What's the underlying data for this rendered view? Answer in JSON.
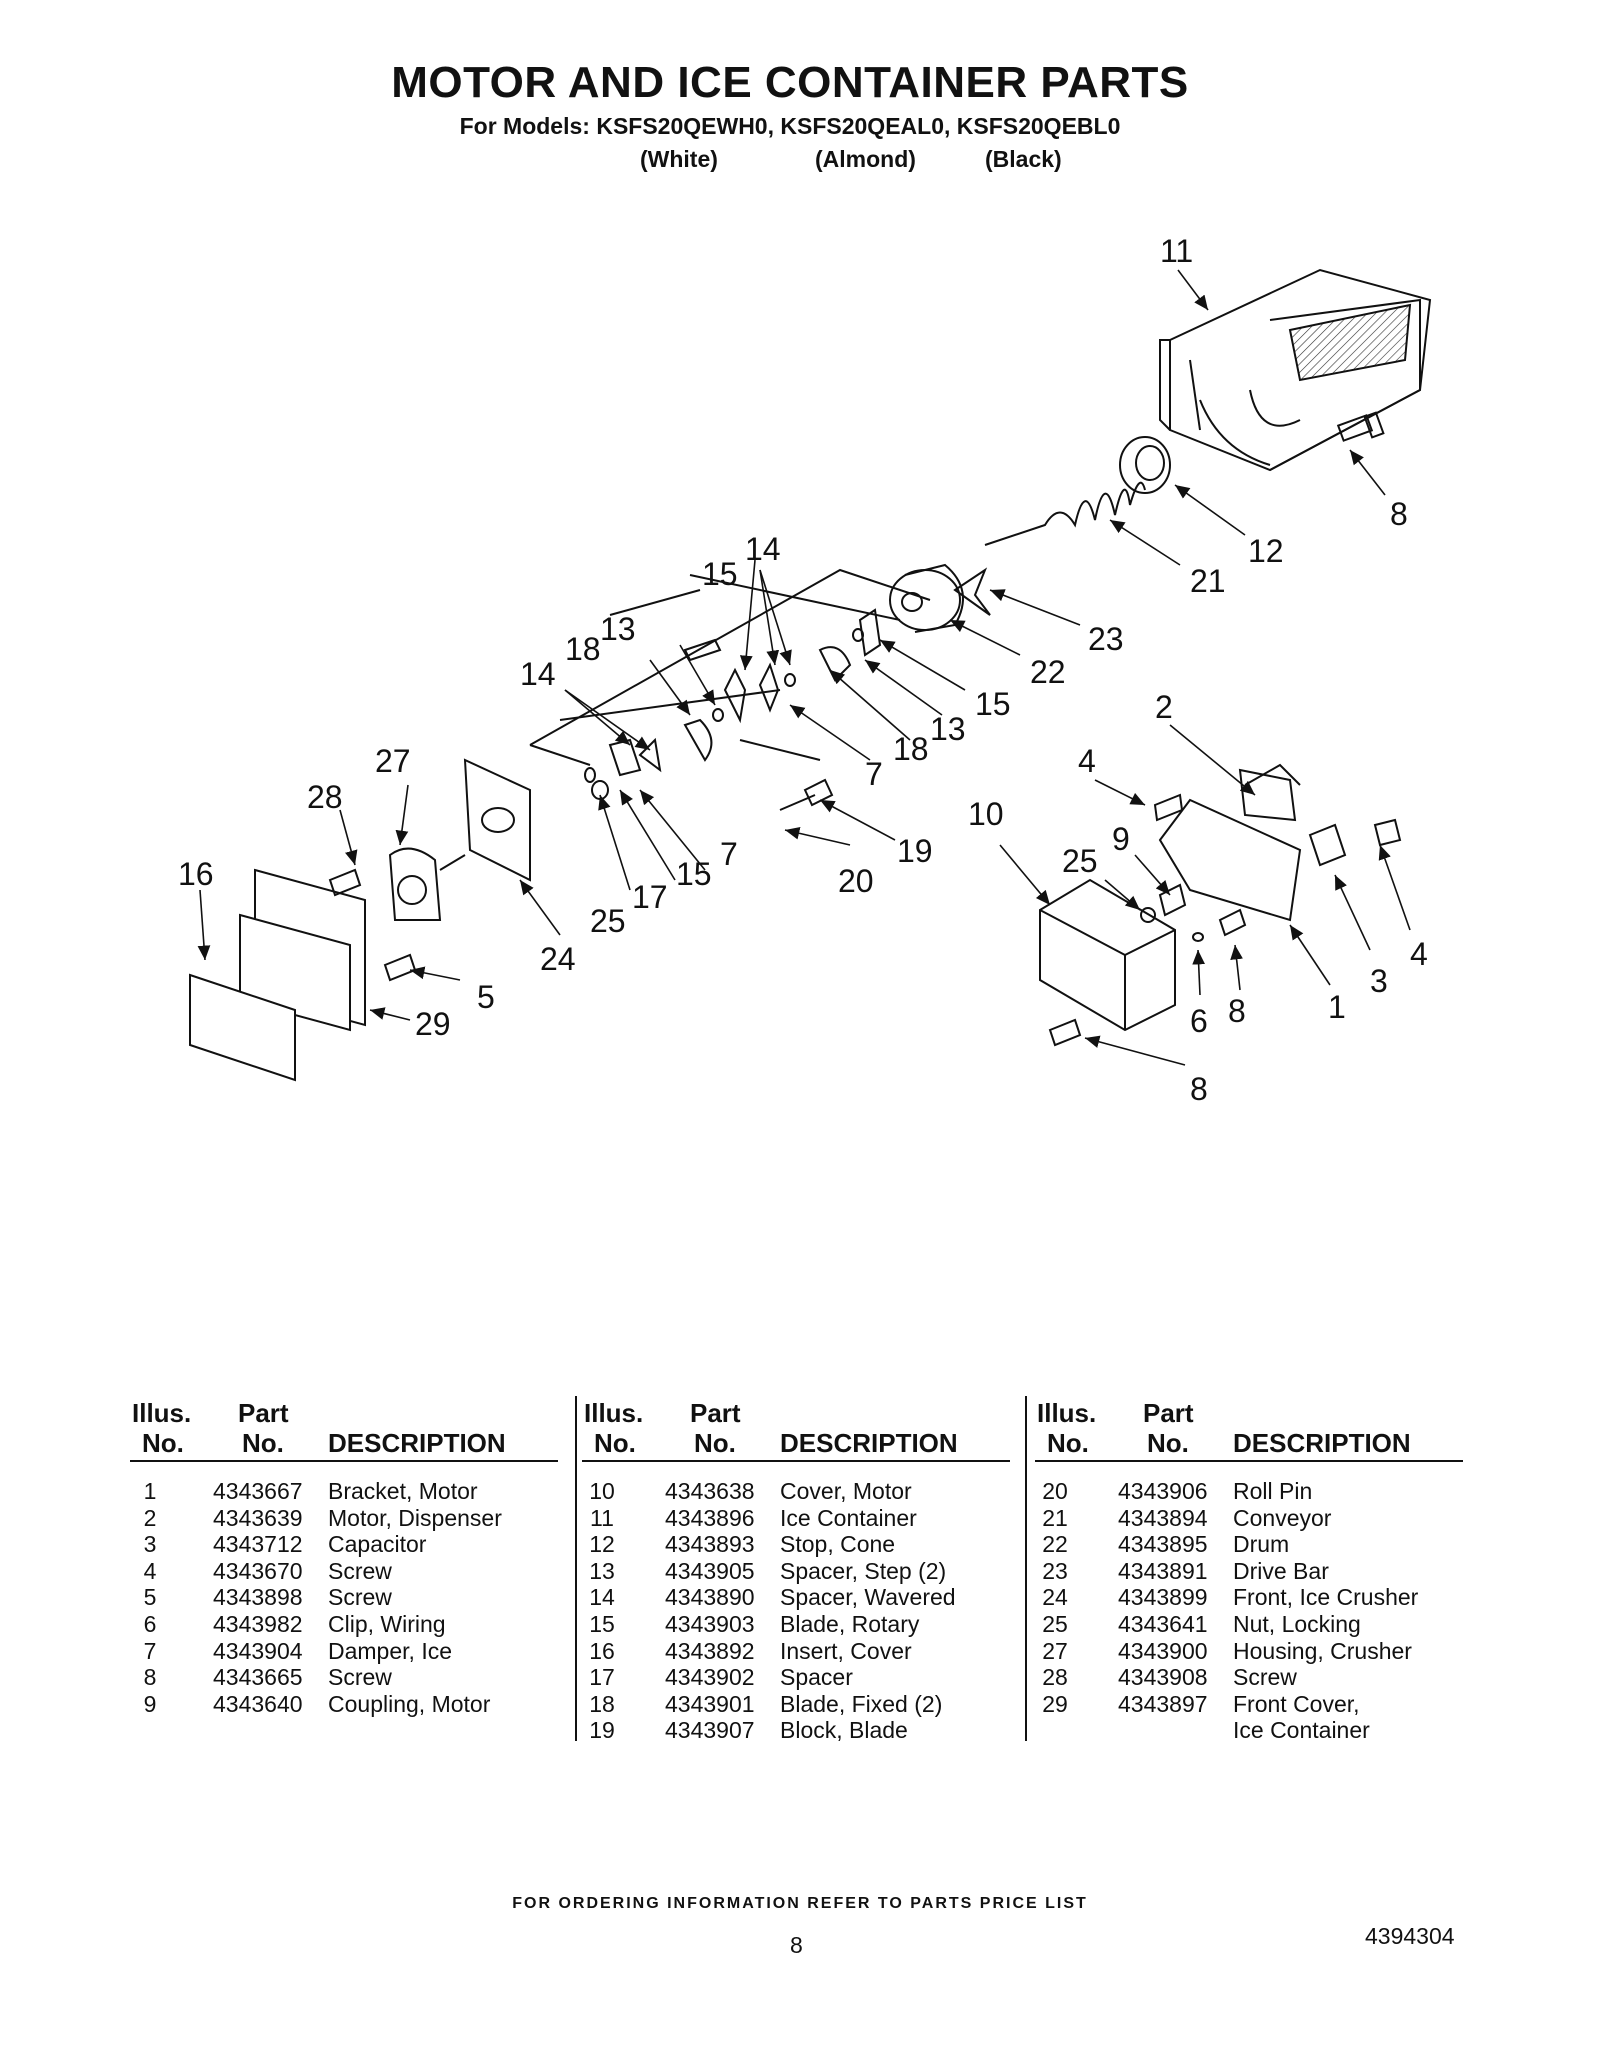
{
  "page": {
    "title": "MOTOR AND ICE CONTAINER PARTS",
    "models_line": "For Models: KSFS20QEWH0, KSFS20QEAL0, KSFS20QEBL0",
    "colors": [
      "(White)",
      "(Almond)",
      "(Black)"
    ]
  },
  "diagram": {
    "callouts": [
      "11",
      "8",
      "12",
      "21",
      "23",
      "22",
      "15",
      "14",
      "13",
      "18",
      "15",
      "14",
      "13",
      "18",
      "7",
      "7",
      "27",
      "28",
      "16",
      "5",
      "29",
      "25",
      "17",
      "15",
      "24",
      "20",
      "19",
      "2",
      "4",
      "10",
      "9",
      "25",
      "1",
      "3",
      "4",
      "8",
      "6",
      "8",
      "8"
    ]
  },
  "parts_table": {
    "headers": {
      "illus_top": "Illus.",
      "illus_bottom": "No.",
      "part_top": "Part",
      "part_bottom": "No.",
      "description": "DESCRIPTION"
    },
    "columns": [
      [
        {
          "illus": "1",
          "part": "4343667",
          "desc": "Bracket, Motor"
        },
        {
          "illus": "2",
          "part": "4343639",
          "desc": "Motor, Dispenser"
        },
        {
          "illus": "3",
          "part": "4343712",
          "desc": "Capacitor"
        },
        {
          "illus": "4",
          "part": "4343670",
          "desc": "Screw"
        },
        {
          "illus": "5",
          "part": "4343898",
          "desc": "Screw"
        },
        {
          "illus": "6",
          "part": "4343982",
          "desc": "Clip, Wiring"
        },
        {
          "illus": "7",
          "part": "4343904",
          "desc": "Damper, Ice"
        },
        {
          "illus": "8",
          "part": "4343665",
          "desc": "Screw"
        },
        {
          "illus": "9",
          "part": "4343640",
          "desc": "Coupling, Motor"
        }
      ],
      [
        {
          "illus": "10",
          "part": "4343638",
          "desc": "Cover, Motor"
        },
        {
          "illus": "11",
          "part": "4343896",
          "desc": "Ice Container"
        },
        {
          "illus": "12",
          "part": "4343893",
          "desc": "Stop, Cone"
        },
        {
          "illus": "13",
          "part": "4343905",
          "desc": "Spacer, Step (2)"
        },
        {
          "illus": "14",
          "part": "4343890",
          "desc": "Spacer, Wavered"
        },
        {
          "illus": "15",
          "part": "4343903",
          "desc": "Blade, Rotary"
        },
        {
          "illus": "16",
          "part": "4343892",
          "desc": "Insert, Cover"
        },
        {
          "illus": "17",
          "part": "4343902",
          "desc": "Spacer"
        },
        {
          "illus": "18",
          "part": "4343901",
          "desc": "Blade, Fixed (2)"
        },
        {
          "illus": "19",
          "part": "4343907",
          "desc": "Block, Blade"
        }
      ],
      [
        {
          "illus": "20",
          "part": "4343906",
          "desc": "Roll Pin"
        },
        {
          "illus": "21",
          "part": "4343894",
          "desc": "Conveyor"
        },
        {
          "illus": "22",
          "part": "4343895",
          "desc": "Drum"
        },
        {
          "illus": "23",
          "part": "4343891",
          "desc": "Drive Bar"
        },
        {
          "illus": "24",
          "part": "4343899",
          "desc": "Front, Ice Crusher"
        },
        {
          "illus": "25",
          "part": "4343641",
          "desc": "Nut, Locking"
        },
        {
          "illus": "27",
          "part": "4343900",
          "desc": "Housing, Crusher"
        },
        {
          "illus": "28",
          "part": "4343908",
          "desc": "Screw"
        },
        {
          "illus": "29",
          "part": "4343897",
          "desc": "Front Cover,"
        },
        {
          "illus": "",
          "part": "",
          "desc": "Ice Container"
        }
      ]
    ]
  },
  "footer": {
    "ordering_note": "FOR ORDERING INFORMATION REFER TO PARTS PRICE LIST",
    "page_number": "8",
    "document_number": "4394304"
  }
}
